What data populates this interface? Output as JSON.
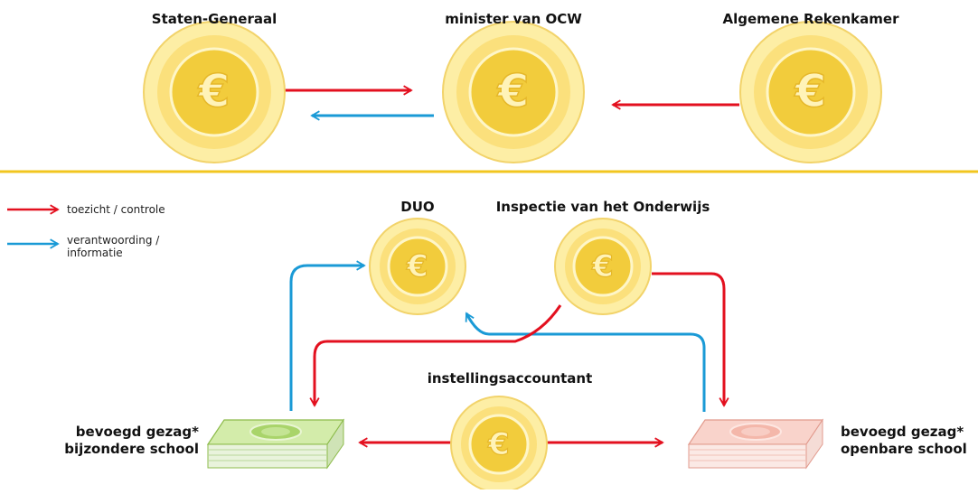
{
  "colors": {
    "supervision": "#e3101f",
    "accountability": "#1a9ad6",
    "coin_ring": "#fde58a",
    "coin_core": "#f4cf3a",
    "divider": "#f2c61f",
    "money_green": "#b7dc7a",
    "money_pink": "#f7c6bd"
  },
  "actors": {
    "staten_generaal": "Staten-Generaal",
    "minister": "minister van OCW",
    "rekenkamer": "Algemene Rekenkamer",
    "duo": "DUO",
    "inspectie": "Inspectie van het Onderwijs",
    "accountant": "instellingsaccountant",
    "bijzonder_line1": "bevoegd gezag*",
    "bijzonder_line2": "bijzondere school",
    "openbaar_line1": "bevoegd gezag*",
    "openbaar_line2": "openbare school"
  },
  "legend": {
    "supervision": "toezicht / controle",
    "accountability_line1": "verantwoording /",
    "accountability_line2": "informatie"
  },
  "coin_symbol": "€",
  "icons": {
    "coin": "euro-coin-icon",
    "banknotes": "banknote-stack-icon"
  }
}
